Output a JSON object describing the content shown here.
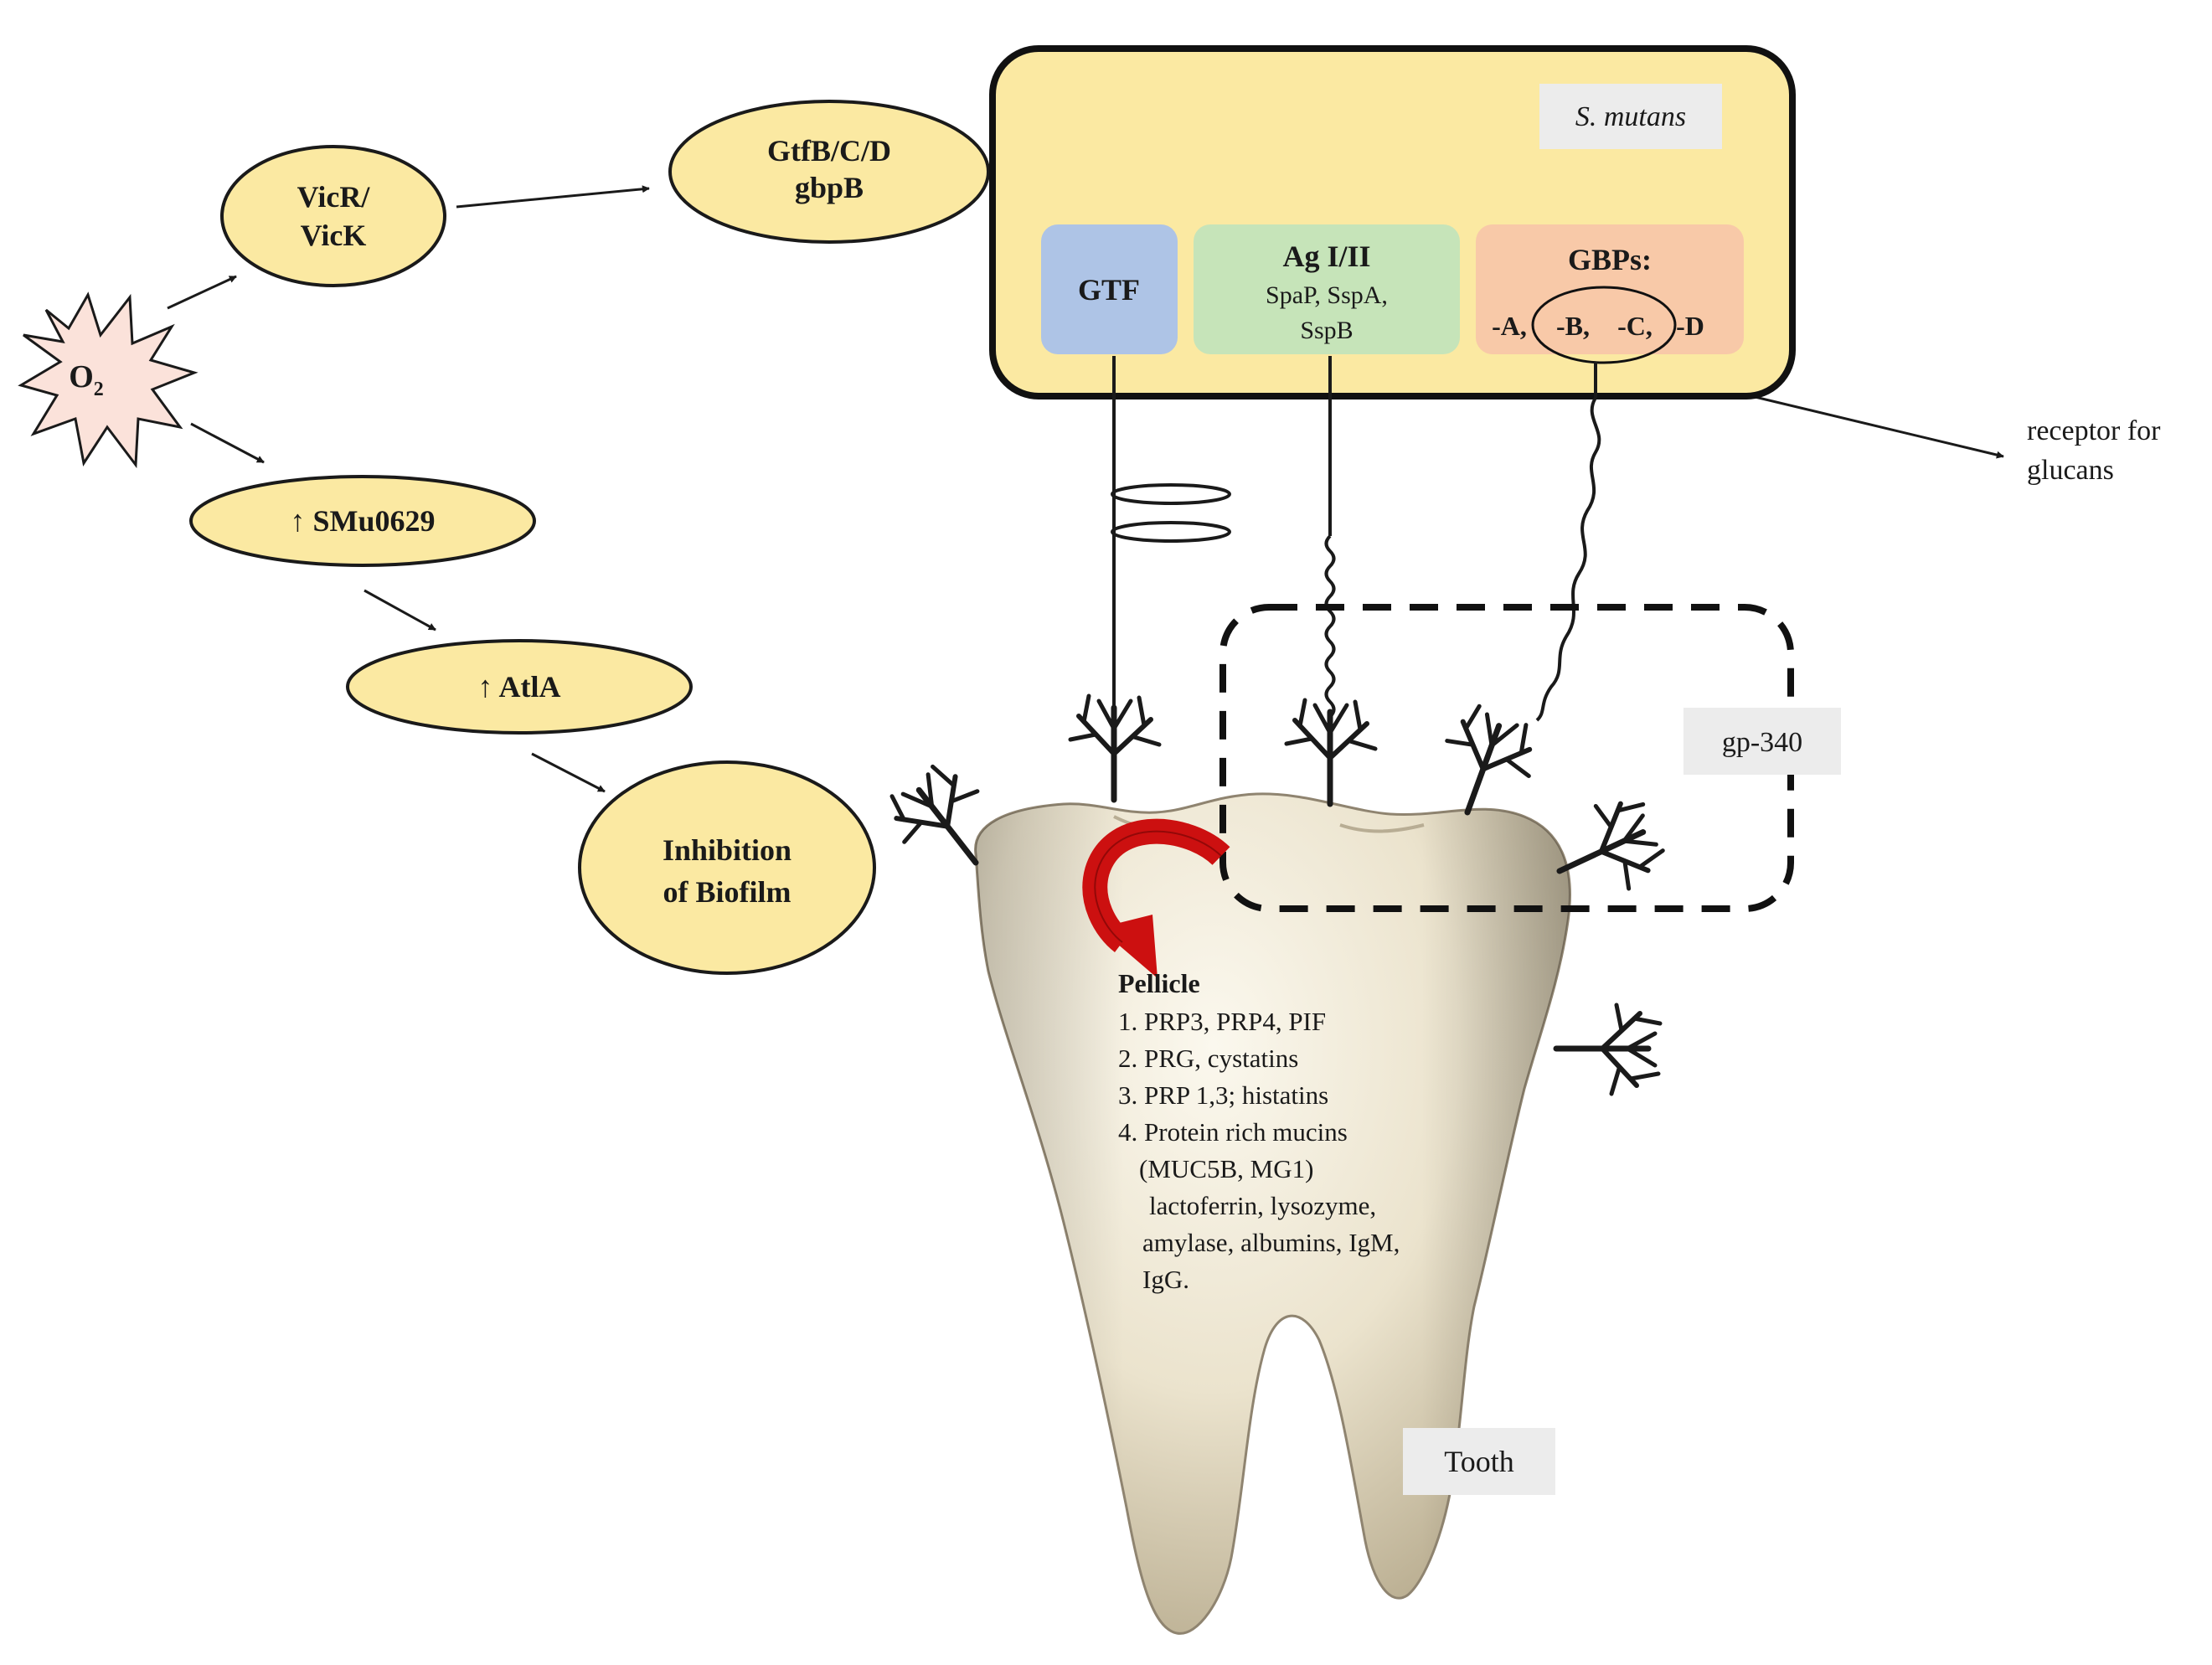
{
  "diagram": {
    "oxygen": {
      "label": "O",
      "subscript": "2"
    },
    "vicrk": {
      "line1": "VicR/",
      "line2": "VicK"
    },
    "gtfb": {
      "line1": "GtfB/C/D",
      "line2": "gbpB"
    },
    "smu": {
      "label": "↑ SMu0629"
    },
    "atla": {
      "label": "↑ AtlA"
    },
    "inhibition": {
      "line1": "Inhibition",
      "line2": "of Biofilm"
    },
    "smutans": {
      "title": "S. mutans",
      "gtf": "GTF",
      "ag": {
        "title": "Ag I/II",
        "line1": "SpaP, SspA,",
        "line2": "SspB"
      },
      "gbps": {
        "title": "GBPs:",
        "a": "-A,",
        "b": "-B,",
        "c": "-C,",
        "d": "-D"
      }
    },
    "receptor": {
      "line1": "receptor for",
      "line2": "glucans"
    },
    "gp340": "gp-340",
    "pellicle": {
      "title": "Pellicle",
      "lines": [
        "1. PRP3, PRP4, PIF",
        "2. PRG, cystatins",
        "3. PRP 1,3; histatins",
        "4. Protein rich mucins",
        "(MUC5B, MG1)",
        "lactoferrin, lysozyme,",
        "amylase, albumins, IgM,",
        "IgG."
      ]
    },
    "tooth": "Tooth",
    "colors": {
      "node": "#fbe9a2",
      "cell": "#fbe9a2",
      "gtf": "#aec4e6",
      "ag": "#c6e4b9",
      "gbp": "#f8c9a8",
      "oxygen": "#fbe2da",
      "label_box": "#ececec",
      "arrow": "#cc1010"
    }
  }
}
